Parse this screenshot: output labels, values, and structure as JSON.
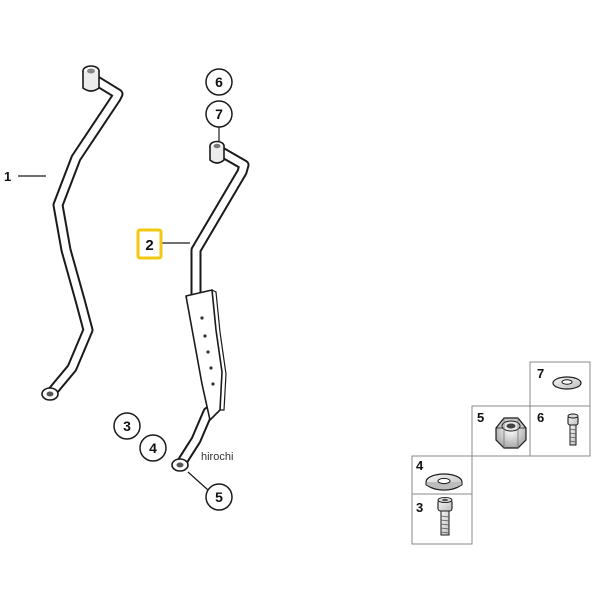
{
  "callouts": {
    "part1": "1",
    "part2": "2",
    "part3": "3",
    "part4": "4",
    "part5": "5",
    "part6": "6",
    "part7": "7"
  },
  "legend": {
    "cell7": "7",
    "cell5": "5",
    "cell6": "6",
    "cell4": "4",
    "cell3": "3"
  },
  "watermark": "hirochi",
  "colors": {
    "line": "#1a1a1a",
    "highlight": "#f2c811",
    "grid": "#888888",
    "fill_light": "#f2f2f2",
    "fill_mid": "#d9d9d9"
  }
}
